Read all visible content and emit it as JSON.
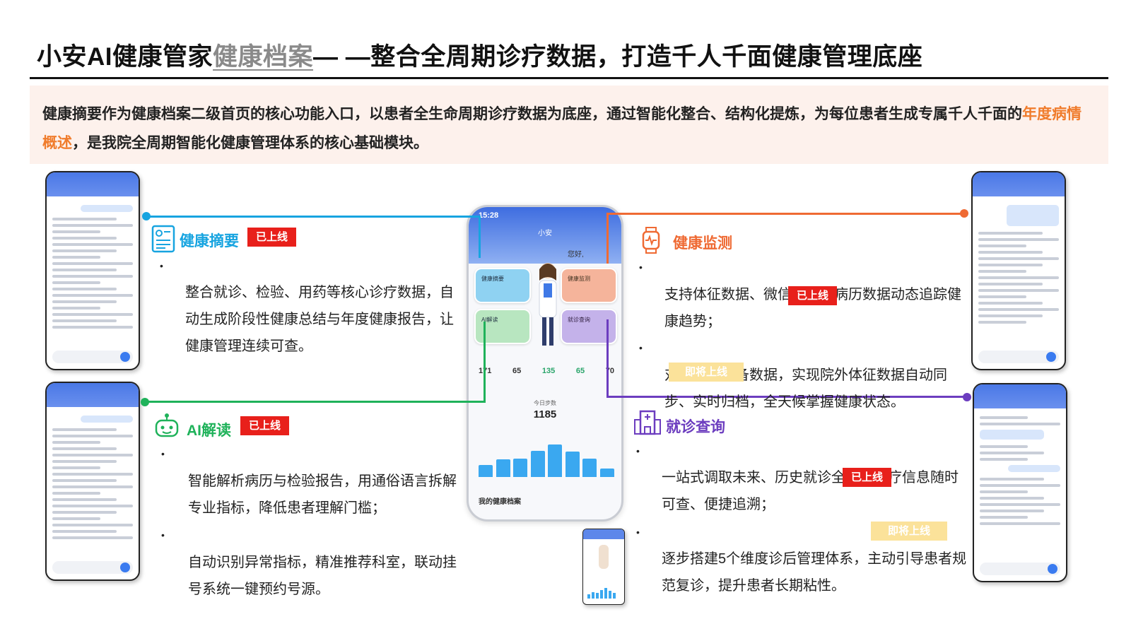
{
  "header": {
    "title_part1": "小安AI健康管家",
    "title_part2": "健康档案",
    "title_part3": "— —整合全周期诊疗数据，打造千人千面健康管理底座"
  },
  "intro": {
    "text_a": "健康摘要作为健康档案二级首页的核心功能入口，以患者全生命周期诊疗数据为底座，通过智能化整合、结构化提炼，为每位患者生成专属千人千面的",
    "text_highlight": "年度病情概述",
    "text_b": "，是我院全周期智能化健康管理体系的核心基础模块。"
  },
  "features": {
    "summary": {
      "title": "健康摘要",
      "badge": "已上线",
      "bullet": "•",
      "text": "整合就诊、检验、用药等核心诊疗数据，自动生成阶段性健康总结与年度健康报告，让健康管理连续可查。"
    },
    "ai": {
      "title": "AI解读",
      "badge": "已上线",
      "bullet": "•",
      "text1": "智能解析病历与检验报告，用通俗语言拆解专业指标，降低患者理解门槛；",
      "text2": "自动识别异常指标，精准推荐科室，联动挂号系统一键预约号源。"
    },
    "monitor": {
      "title": "健康监测",
      "badge": "已上线",
      "badge_coming": "即将上线",
      "bullet": "•",
      "text1": "支持体征数据、微信数联动病历数据动态追踪健康趋势；",
      "text2": "对接穿戴设备数据，实现院外体征数据自动同步、实时归档，全天候掌握健康状态。"
    },
    "visit": {
      "title": "就诊查询",
      "badge": "已上线",
      "badge_coming": "即将上线",
      "bullet": "•",
      "text1": "一站式调取未来、历史就诊全病程诊疗信息随时可查、便捷追溯；",
      "text2": "逐步搭建5个维度诊后管理体系，主动引导患者规范复诊，提升患者长期粘性。"
    }
  },
  "main_phone": {
    "time": "15:28",
    "app_name": "小安",
    "greeting": "您好,",
    "cards": [
      "健康摘要",
      "健康监测",
      "AI解读",
      "就诊查询"
    ],
    "stats": [
      "171",
      "65",
      "135",
      "65",
      "70"
    ],
    "today_label": "今日步数",
    "today_value": "1185",
    "bars": [
      0.32,
      0.48,
      0.5,
      0.72,
      0.88,
      0.7,
      0.5,
      0.24
    ],
    "footer": "我的健康档案"
  },
  "colors": {
    "blue": "#17a4e0",
    "green": "#1fb25a",
    "orange": "#ef6a33",
    "purple": "#6c3dbf",
    "red": "#e8201b",
    "yellow": "#fbe29a",
    "highlight": "#f07c2c"
  }
}
